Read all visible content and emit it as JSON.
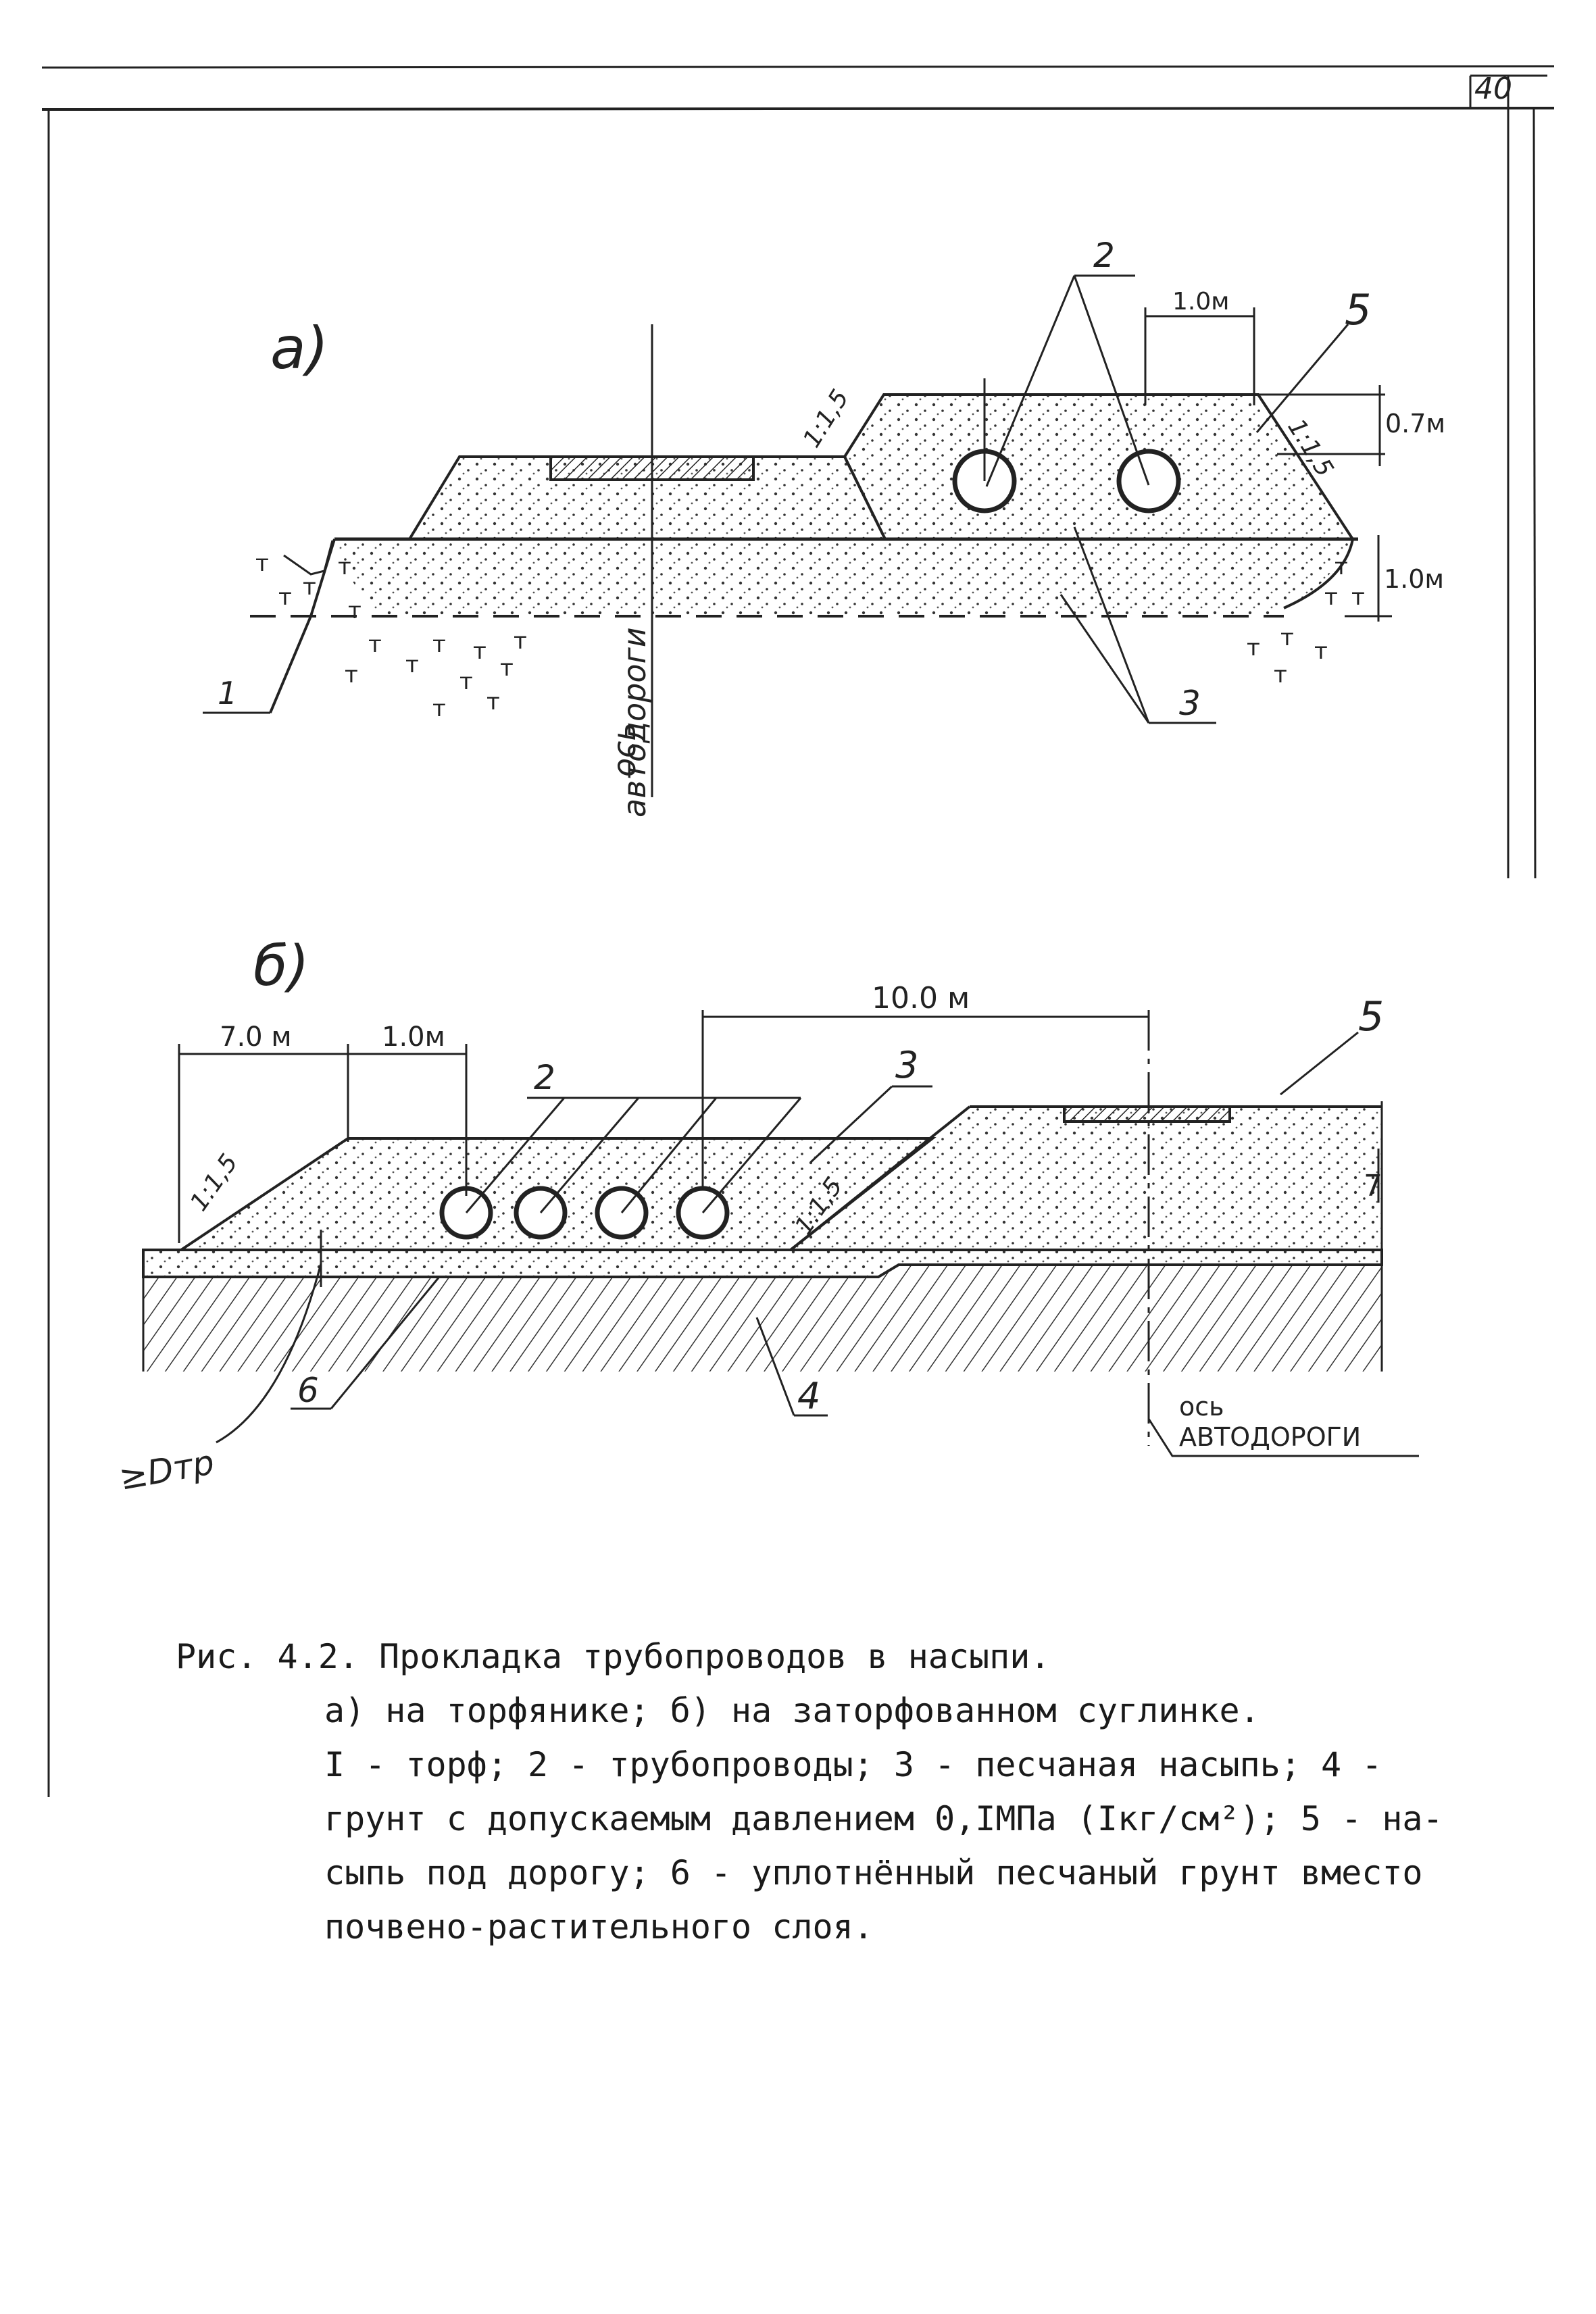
{
  "page": {
    "number": "40"
  },
  "diagram_a": {
    "label": "а)",
    "dims": {
      "top_width": "1.0м",
      "top_height": "0.7м",
      "layer_height": "1.0м"
    },
    "slopes": {
      "left": "1:1,5",
      "right": "1:1,5"
    },
    "axis_label_1": "ось",
    "axis_label_2": "автодороги",
    "callouts": {
      "n1": "1",
      "n2": "2",
      "n3": "3",
      "n5": "5"
    }
  },
  "diagram_b": {
    "label": "б)",
    "dims": {
      "left_offset": "7.0 м",
      "pipe_offset": "1.0м",
      "to_axis": "10.0 м"
    },
    "slopes": {
      "left": "1:1,5",
      "middle": "1:1,5"
    },
    "axis_label_1": "ось",
    "axis_label_2": "АВТОДОРОГИ",
    "callouts": {
      "n2": "2",
      "n3": "3",
      "n4": "4",
      "n5": "5",
      "n6": "6",
      "n7": "7"
    },
    "pipe_diameter": "≥Dтр"
  },
  "caption": {
    "line1": "Рис. 4.2. Прокладка трубопроводов в насыпи.",
    "line2": "а) на торфянике; б) на заторфованном суглинке.",
    "line3": "I - торф; 2 - трубопроводы; 3 - песчаная насыпь; 4 -",
    "line4": "грунт с допускаемым давлением 0,IМПа (Iкг/см²); 5 - на-",
    "line5": "сыпь под дорогу; 6 - уплотнённый песчаный грунт вместо",
    "line6": "почвено-растительного слоя."
  }
}
